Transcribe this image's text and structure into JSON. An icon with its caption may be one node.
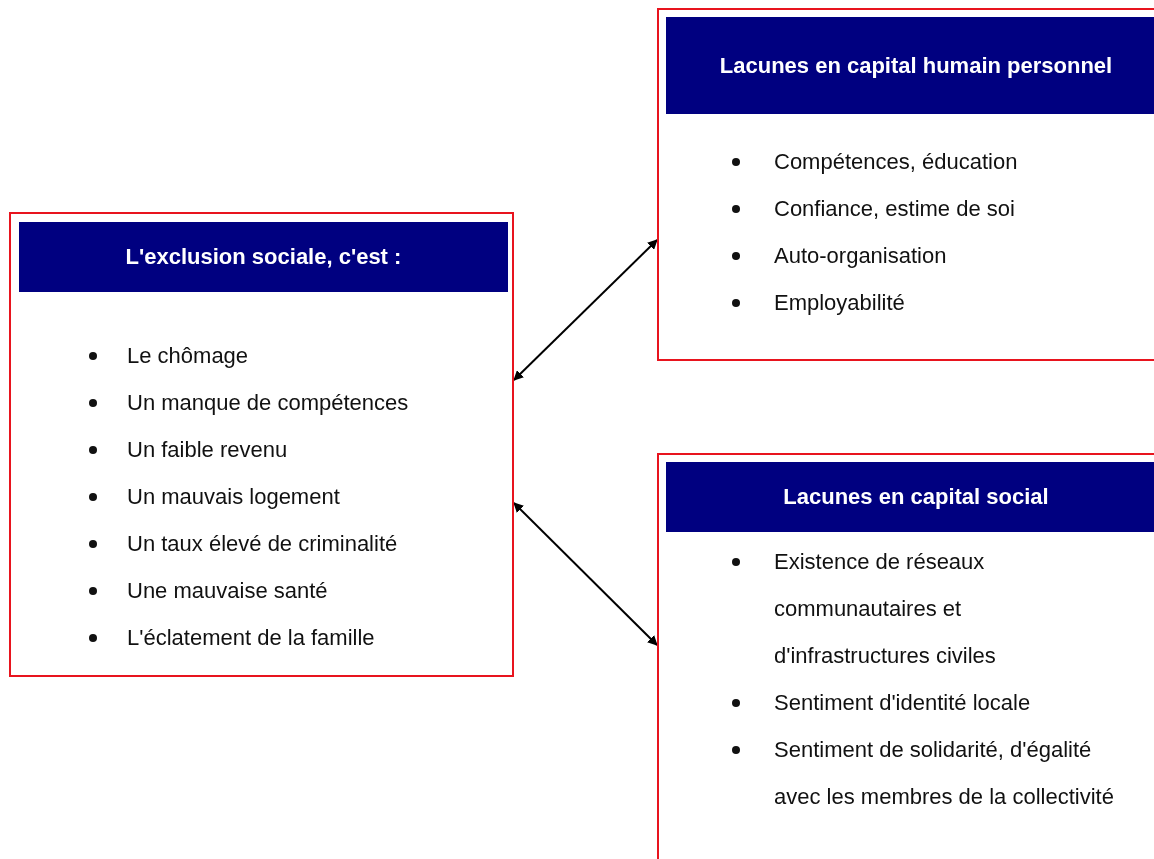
{
  "diagram": {
    "nodes": [
      {
        "text": [
          "L'exclusion sociale, c'est :",
          "Le chômage",
          "Un manque de compétences",
          "Un faible revenu",
          "Un mauvais logement",
          "Un taux élevé de criminalité",
          "Une mauvaise santé",
          "L'éclatement de la famille"
        ]
      },
      {
        "text": [
          "Lacunes en capital humain personnel",
          "Compétences, éducation",
          "Confiance, estime de soi",
          "Auto-organisation",
          "Employabilité"
        ]
      },
      {
        "text": [
          "Lacunes en capital social",
          "Existence de réseaux communautaires et d'infrastructures civiles",
          "Sentiment d'identité locale",
          "Sentiment de solidarité, d'égalité avec les membres de la collectivité"
        ]
      }
    ],
    "edges": [
      {
        "from": 0,
        "to": 1,
        "arrow": "both"
      },
      {
        "from": 0,
        "to": 2,
        "arrow": "both"
      }
    ]
  }
}
